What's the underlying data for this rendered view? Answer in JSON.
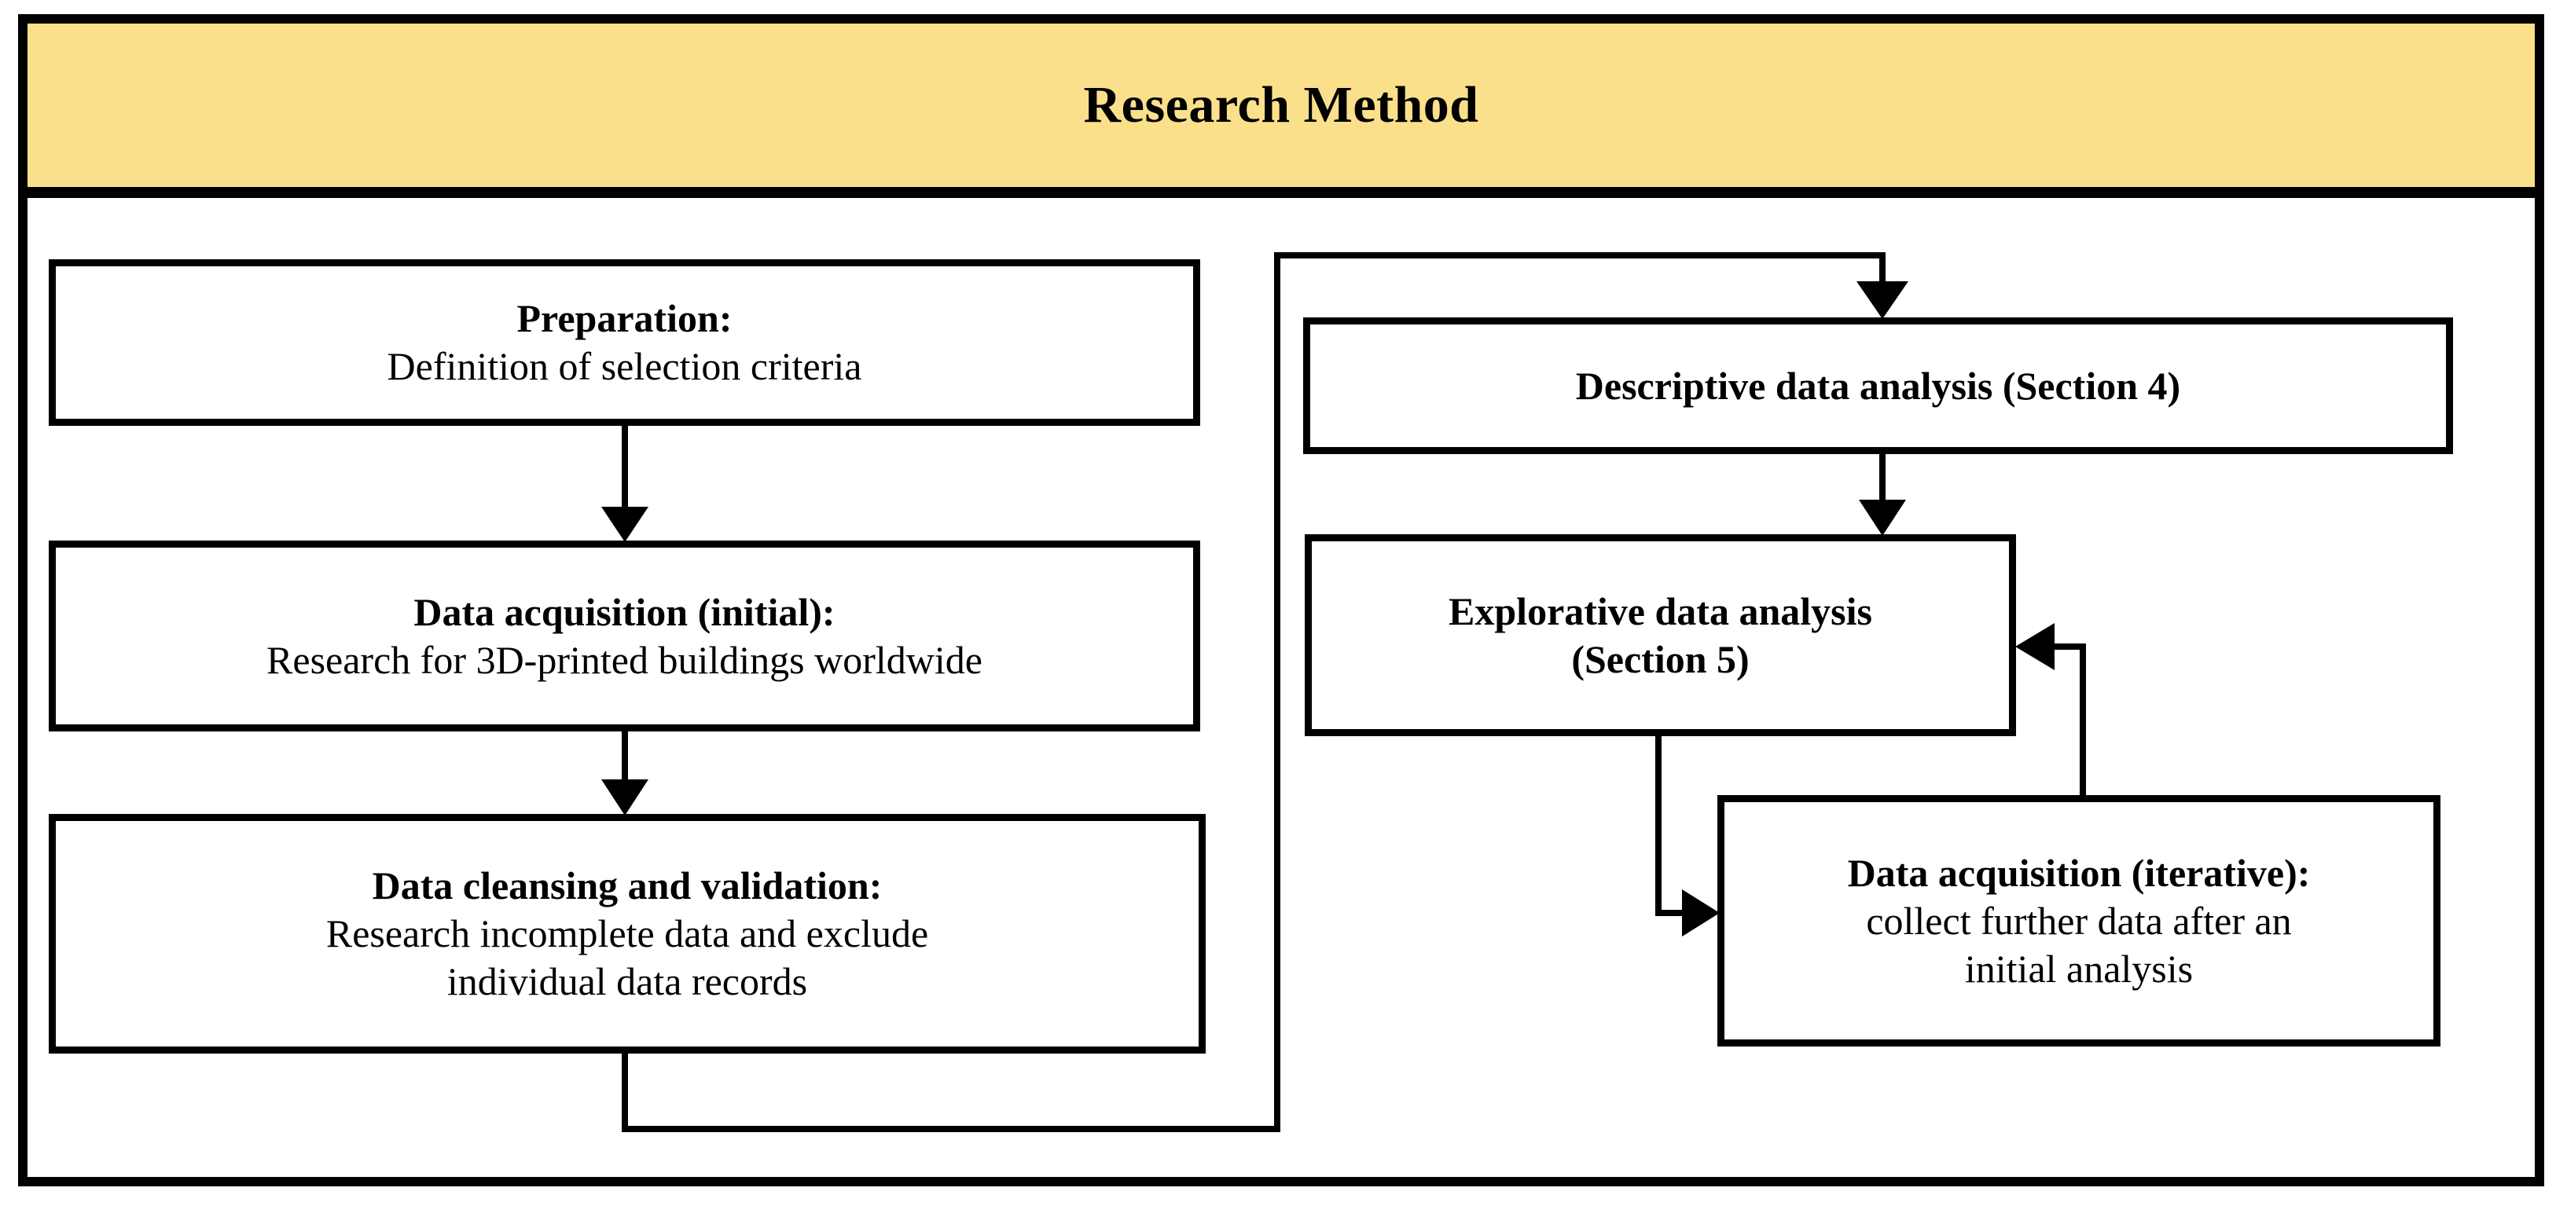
{
  "diagram": {
    "title": "Research Method",
    "accent_color": "#fbe08b",
    "line_color": "#000000",
    "background_color": "#ffffff",
    "nodes": [
      {
        "id": "preparation",
        "heading": "Preparation:",
        "body": "Definition of selection criteria"
      },
      {
        "id": "data-acquisition-initial",
        "heading": "Data acquisition (initial):",
        "body": "Research for 3D-printed buildings worldwide"
      },
      {
        "id": "data-cleansing-validation",
        "heading": "Data cleansing and validation:",
        "body_line1": "Research incomplete data and exclude",
        "body_line2": "individual data records"
      },
      {
        "id": "descriptive-data-analysis",
        "heading": "Descriptive data analysis (Section 4)"
      },
      {
        "id": "explorative-data-analysis",
        "heading_line1": "Explorative data analysis",
        "heading_line2": "(Section 5)"
      },
      {
        "id": "data-acquisition-iterative",
        "heading": "Data acquisition (iterative):",
        "body_line1": "collect further data after an",
        "body_line2": "initial analysis"
      }
    ],
    "edges": [
      {
        "id": "prep-to-acq",
        "from": "preparation",
        "to": "data-acquisition-initial",
        "arrow": "down"
      },
      {
        "id": "acq-to-cleansing",
        "from": "data-acquisition-initial",
        "to": "data-cleansing-validation",
        "arrow": "down"
      },
      {
        "id": "cleansing-to-descriptive",
        "from": "data-cleansing-validation",
        "to": "descriptive-data-analysis",
        "arrow": "down"
      },
      {
        "id": "descriptive-to-explorative",
        "from": "descriptive-data-analysis",
        "to": "explorative-data-analysis",
        "arrow": "down"
      },
      {
        "id": "explorative-to-iterative",
        "from": "explorative-data-analysis",
        "to": "data-acquisition-iterative",
        "arrow": "right"
      },
      {
        "id": "iterative-to-explorative",
        "from": "data-acquisition-iterative",
        "to": "explorative-data-analysis",
        "arrow": "left"
      }
    ]
  }
}
